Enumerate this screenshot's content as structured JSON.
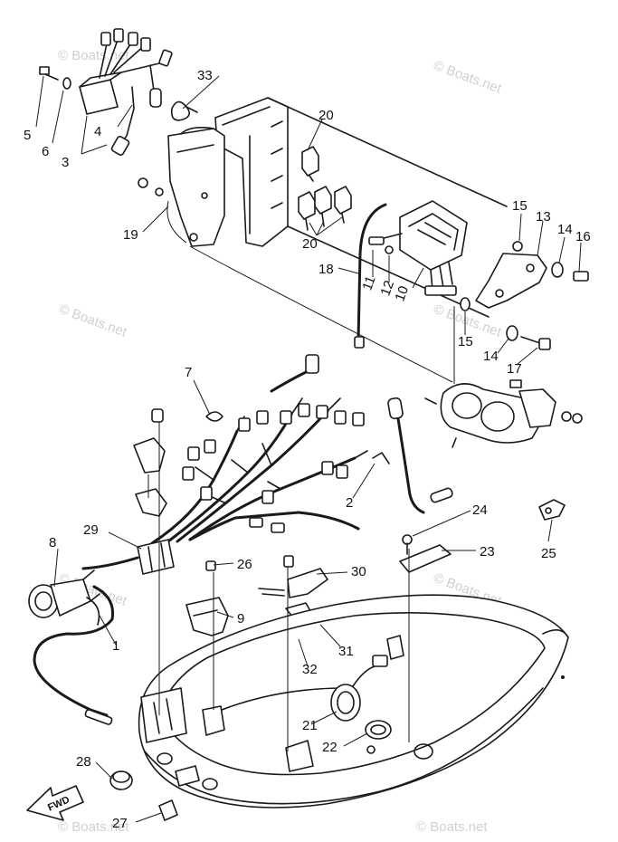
{
  "watermark": "© Boats.net",
  "fwd_label": "FWD",
  "callouts": [
    "1",
    "2",
    "3",
    "4",
    "5",
    "6",
    "7",
    "8",
    "9",
    "10",
    "11",
    "12",
    "13",
    "14",
    "14",
    "15",
    "15",
    "16",
    "17",
    "18",
    "19",
    "20",
    "20",
    "21",
    "22",
    "23",
    "24",
    "25",
    "26",
    "27",
    "28",
    "29",
    "30",
    "31",
    "32",
    "33"
  ]
}
